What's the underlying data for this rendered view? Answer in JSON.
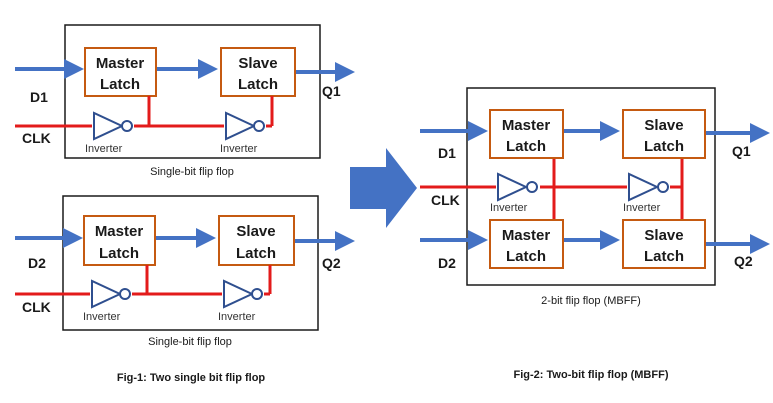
{
  "labels": {
    "master": [
      "Master",
      "Latch"
    ],
    "slave": [
      "Slave",
      "Latch"
    ],
    "inverter": "Inverter"
  },
  "pins": {
    "d1": "D1",
    "d2": "D2",
    "q1": "Q1",
    "q2": "Q2",
    "clk": "CLK"
  },
  "captions": {
    "single_bit": "Single-bit flip flop",
    "two_bit": "2-bit flip flop (MBFF)",
    "fig1": "Fig-1: Two single bit flip flop",
    "fig2": "Fig-2: Two-bit flip flop (MBFF)"
  },
  "colors": {
    "data_arrow": "#4472c4",
    "clock_wire": "#e31b1b",
    "latch_border": "#c55a11",
    "inverter_stroke": "#2f4f8f",
    "big_arrow": "#4472c4"
  }
}
